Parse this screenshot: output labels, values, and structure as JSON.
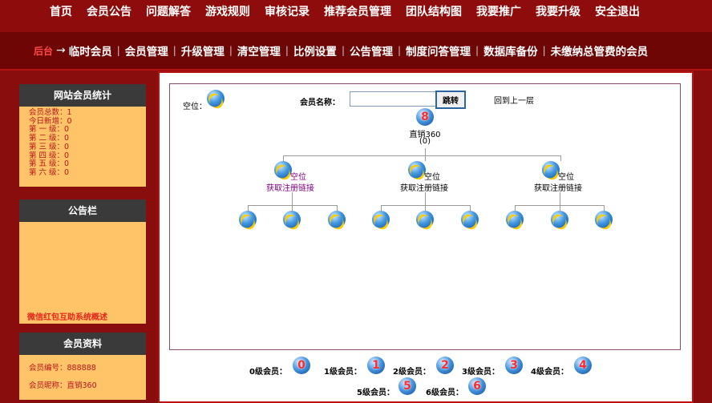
{
  "top_nav": [
    "首页",
    "会员公告",
    "问题解答",
    "游戏规则",
    "审核记录",
    "推荐会员管理",
    "团队结构图",
    "我要推广",
    "我要升级",
    "安全退出"
  ],
  "sub_nav": {
    "prefix": "后台",
    "arrow": "→",
    "items": [
      "临时会员",
      "会员管理",
      "升级管理",
      "清空管理",
      "比例设置",
      "公告管理",
      "制度问答管理",
      "数据库备份",
      "未缴纳总管费的会员"
    ]
  },
  "stats_panel": {
    "title": "网站会员统计",
    "rows": [
      "会员总数：1",
      "今日新增：0",
      "第 一 级：0",
      "第 二 级：0",
      "第 三 级：0",
      "第 四 级：0",
      "第 五 级：0",
      "第 六 级：0"
    ]
  },
  "notice_panel": {
    "title": "公告栏",
    "link": "微信红包互助系统概述"
  },
  "member_panel": {
    "title": "会员资料",
    "id_label": "会员编号：",
    "id_value": "888888",
    "nick_label": "会员昵称：",
    "nick_value": "直销360"
  },
  "tree": {
    "empty_label": "空位：",
    "name_label": "会员名称：",
    "name_input_value": "",
    "jump_label": "跳转",
    "back_label": "回到上一层",
    "root_badge": "8",
    "root_name": "直销360",
    "root_count": "(0)",
    "children": [
      {
        "label": "空位",
        "link": "获取注册链接"
      },
      {
        "label": "空位",
        "link": "获取注册链接"
      },
      {
        "label": "空位",
        "link": "获取注册链接"
      }
    ]
  },
  "levels": [
    {
      "label": "0级会员：",
      "num": "0"
    },
    {
      "label": "1级会员：",
      "num": "1"
    },
    {
      "label": "2级会员：",
      "num": "2"
    },
    {
      "label": "3级会员：",
      "num": "3"
    },
    {
      "label": "4级会员：",
      "num": "4"
    },
    {
      "label": "5级会员：",
      "num": "5"
    },
    {
      "label": "6级会员：",
      "num": "6"
    }
  ]
}
